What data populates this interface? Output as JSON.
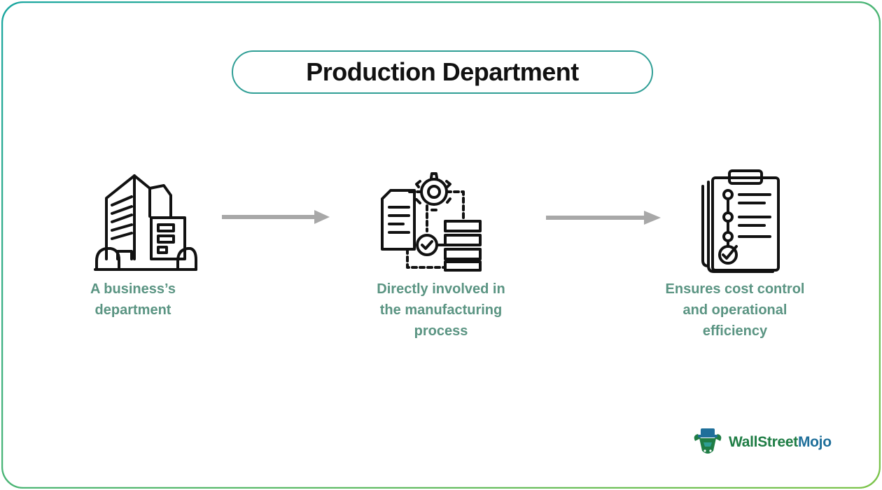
{
  "title": "Production Department",
  "steps": [
    {
      "icon": "office-building-icon",
      "caption": "A business’s\ndepartment"
    },
    {
      "icon": "workflow-process-icon",
      "caption": "Directly involved in\nthe manufacturing\nprocess"
    },
    {
      "icon": "checklist-clipboard-icon",
      "caption": "Ensures cost control\nand operational\nefficiency"
    }
  ],
  "brand": {
    "part1": "Wall",
    "part2": "Street",
    "part3": "Mojo"
  },
  "colors": {
    "border_start": "#1aa6a0",
    "border_end": "#7cc44a",
    "caption": "#5a9482",
    "arrow": "#a8a8a8",
    "pill_border": "#2f9e95"
  }
}
